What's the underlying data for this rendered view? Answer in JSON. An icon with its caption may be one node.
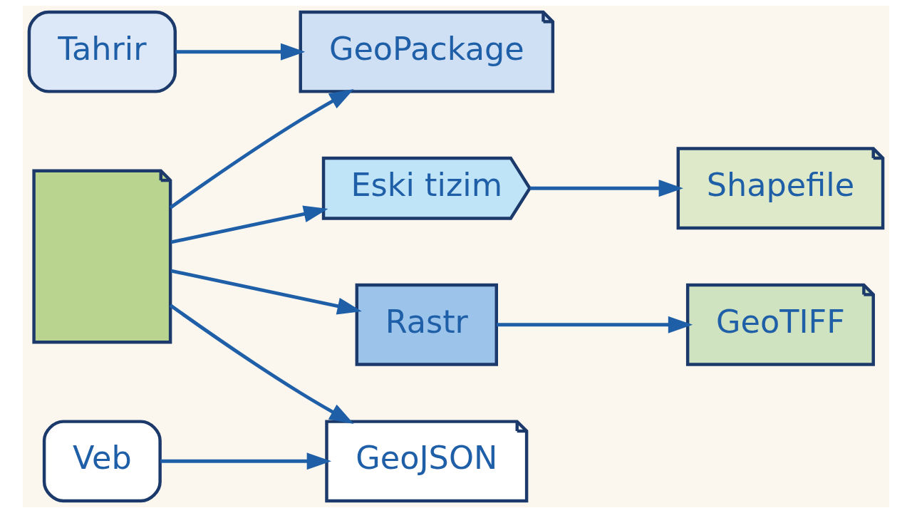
{
  "diagram": {
    "nodes": [
      {
        "text": [
          "Tahrir"
        ]
      },
      {
        "text": [
          "GeoPackage"
        ]
      },
      {
        "text": [
          "Eski tizim"
        ]
      },
      {
        "text": [
          "Shapefile"
        ]
      },
      {
        "text": [],
        "shape": "picture"
      },
      {
        "text": [
          "Veb"
        ]
      },
      {
        "text": [
          "GeoJSON"
        ]
      },
      {
        "text": [
          "Rastr"
        ]
      },
      {
        "text": [
          "GeoTIFF"
        ]
      }
    ],
    "edges": [
      {
        "from": 0,
        "to": 1,
        "arrow": "to"
      },
      {
        "from": 4,
        "to": 1,
        "arrow": "to"
      },
      {
        "from": 4,
        "to": 2,
        "arrow": "to"
      },
      {
        "from": 2,
        "to": 3,
        "arrow": "to"
      },
      {
        "from": 4,
        "to": 6,
        "arrow": "to"
      },
      {
        "from": 5,
        "to": 6,
        "arrow": "to"
      },
      {
        "from": 4,
        "to": 7,
        "arrow": "to"
      },
      {
        "from": 7,
        "to": 8,
        "arrow": "to"
      }
    ]
  }
}
